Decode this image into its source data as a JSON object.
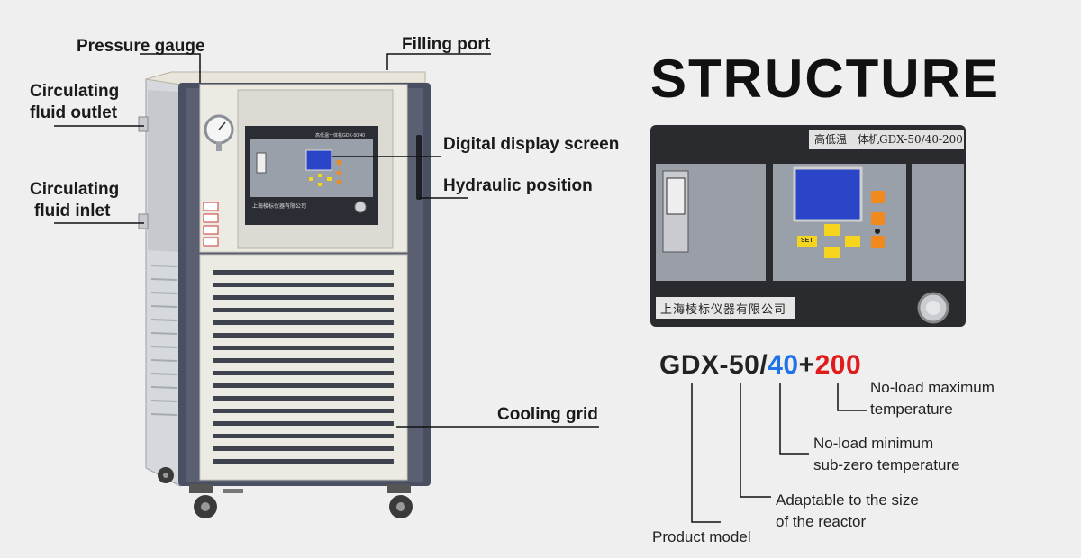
{
  "heading": "STRUCTURE",
  "callouts": {
    "pressure_gauge": "Pressure gauge",
    "filling_port": "Filling port",
    "outlet_line1": "Circulating",
    "outlet_line2": "fluid outlet",
    "inlet_line1": "Circulating",
    "inlet_line2": "fluid inlet",
    "digital_display": "Digital display screen",
    "hydraulic_position": "Hydraulic position",
    "cooling_grid": "Cooling grid"
  },
  "panel": {
    "model_plate": "高低温一体机GDX-50/40-200",
    "company_plate": "上海棱标仪器有限公司",
    "small_plate": "高低温一体机GDX-50/40",
    "small_company": "上海棱标仪器有限公司",
    "set_key": "SET"
  },
  "model_code": {
    "prefix": "GDX-50/",
    "min_temp": "40",
    "plus": "+",
    "max_temp": "200"
  },
  "legend": {
    "max_line1": "No-load maximum",
    "max_line2": "temperature",
    "min_line1": "No-load minimum",
    "min_line2": "sub-zero temperature",
    "size_line1": "Adaptable to the size",
    "size_line2": "of the reactor",
    "product_model": "Product model"
  },
  "colors": {
    "background": "#efefef",
    "min_temp": "#1f72e8",
    "max_temp": "#e01b1b",
    "key_yellow": "#f5d51e",
    "key_orange": "#f08a1c",
    "lcd_blue": "#2a45c8",
    "cabinet_dark": "#4a5061"
  }
}
